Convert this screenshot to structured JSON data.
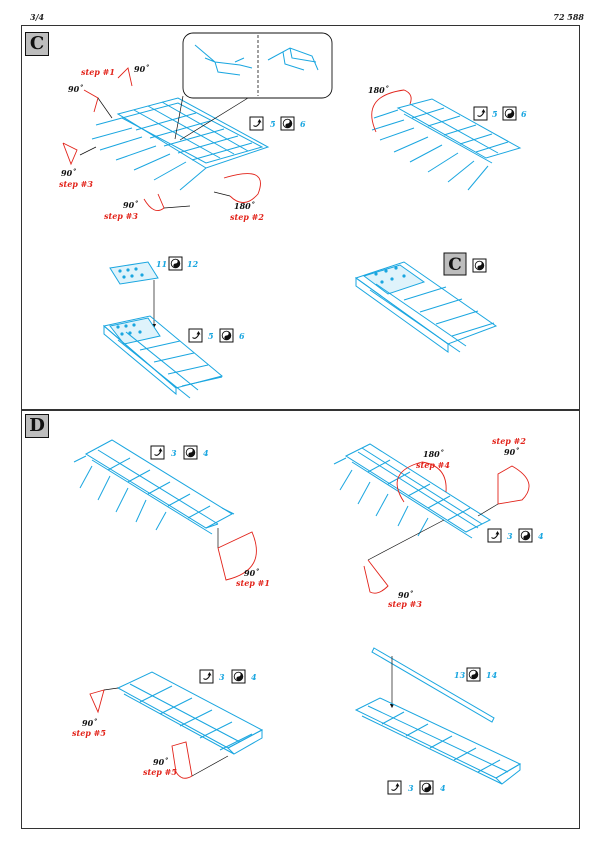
{
  "header": {
    "page": "3/4",
    "catalog": "72 588"
  },
  "sections": {
    "c": "C",
    "d": "D"
  },
  "c_top_left": {
    "step1": "step #1",
    "a1": "90˚",
    "a1b": "90˚",
    "step3a": "step #3",
    "a3a": "90˚",
    "step3b": "step #3",
    "a3b": "90˚",
    "step2": "step #2",
    "a2": "180˚",
    "parts_a": "5",
    "parts_b": "6"
  },
  "c_top_right": {
    "angle": "180˚",
    "parts_a": "5",
    "parts_b": "6"
  },
  "c_bottom_left": {
    "sub_a": "11",
    "sub_b": "12",
    "parts_a": "5",
    "parts_b": "6"
  },
  "c_bottom_right": {
    "ref": "C"
  },
  "d_top_left": {
    "parts_a": "3",
    "parts_b": "4",
    "angle": "90˚",
    "step": "step #1"
  },
  "d_top_right": {
    "a180": "180˚",
    "step4": "step #4",
    "step2": "step #2",
    "a2": "90˚",
    "parts_a": "3",
    "parts_b": "4",
    "a3": "90˚",
    "step3": "step #3"
  },
  "d_bottom_left": {
    "parts_a": "3",
    "parts_b": "4",
    "a5a": "90˚",
    "step5a": "step #5",
    "a5b": "90˚",
    "step5b": "step #5"
  },
  "d_bottom_right": {
    "sub_a": "13",
    "sub_b": "14",
    "parts_a": "3",
    "parts_b": "4"
  },
  "colors": {
    "part_line": "#1aa6e0",
    "fold_arrow": "#e2231a",
    "badge_grey": "#bdbdbd"
  },
  "icons": [
    "fold-arrow-icon",
    "solder-yin-yang-icon"
  ]
}
